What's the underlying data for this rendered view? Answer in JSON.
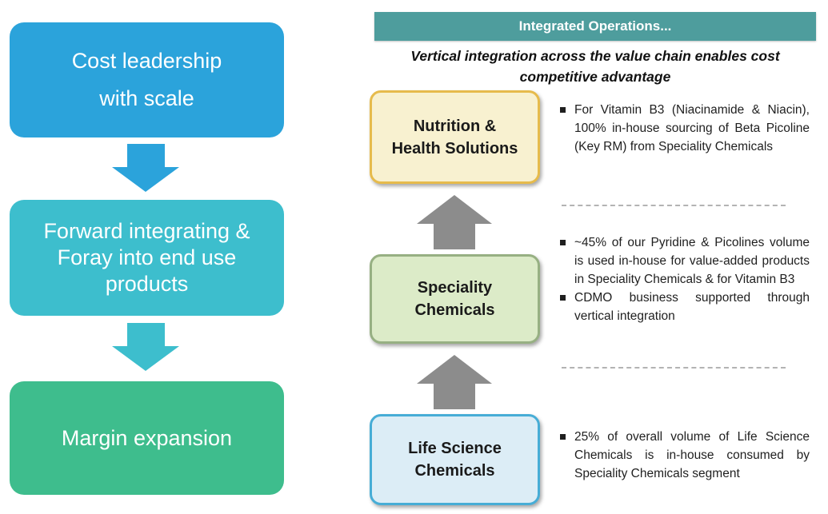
{
  "left_flow": {
    "boxes": [
      {
        "lines": [
          "Cost leadership",
          "with scale"
        ],
        "color": "#2BA3DB"
      },
      {
        "lines": [
          "Forward integrating &",
          "Foray into end use",
          "products"
        ],
        "color": "#3DBECD"
      },
      {
        "lines": [
          "Margin expansion"
        ],
        "color": "#3EBD8D"
      }
    ]
  },
  "right_panel": {
    "header": "Integrated Operations...",
    "header_color": "#4E9D9D",
    "subtitle_lines": [
      "Vertical integration across the value chain enables cost",
      "competitive advantage"
    ],
    "arrow_color": "#8C8C8C",
    "value_chain": [
      {
        "lines": [
          "Nutrition &",
          "Health Solutions"
        ],
        "fill": "#F8F1D0",
        "border": "#E6BB4C"
      },
      {
        "lines": [
          "Speciality",
          "Chemicals"
        ],
        "fill": "#DCEBC8",
        "border": "#97B083"
      },
      {
        "lines": [
          "Life Science",
          "Chemicals"
        ],
        "fill": "#DCEDF6",
        "border": "#47ADD6"
      }
    ],
    "notes": [
      {
        "bullets": [
          "For Vitamin B3 (Niacinamide & Niacin), 100% in-house sourcing of Beta Picoline (Key RM) from Speciality Chemicals"
        ]
      },
      {
        "bullets": [
          "~45% of our Pyridine & Picolines volume is used in-house for value-added products in Speciality Chemicals & for Vitamin B3",
          "CDMO business supported through vertical integration"
        ]
      },
      {
        "bullets": [
          "25% of overall volume of Life Science Chemicals is in-house consumed by Speciality Chemicals segment"
        ]
      }
    ]
  }
}
